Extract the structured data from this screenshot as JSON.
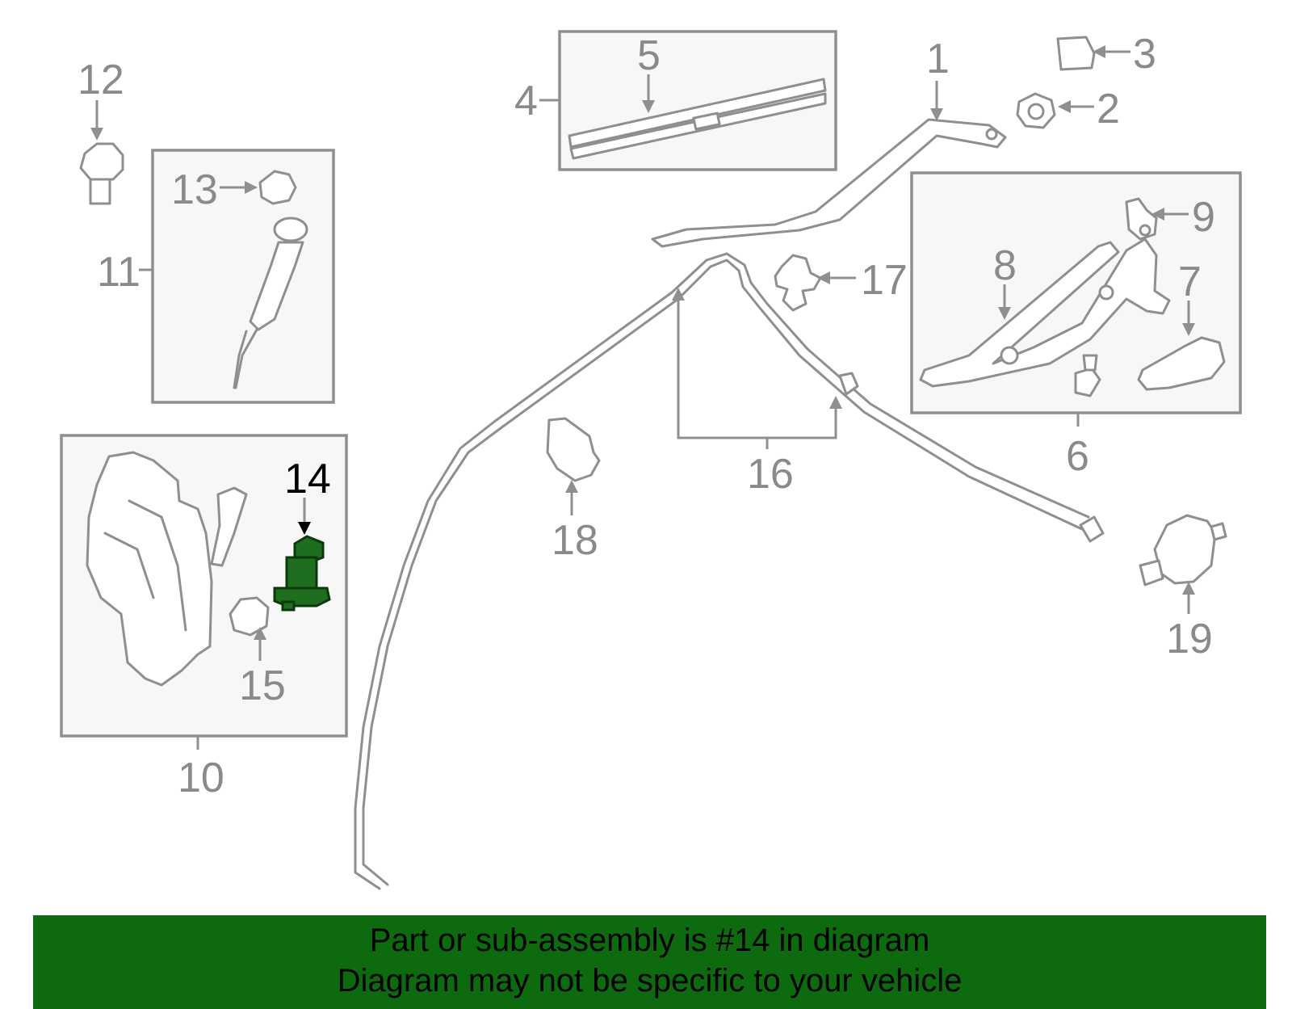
{
  "callouts": {
    "c1": "1",
    "c2": "2",
    "c3": "3",
    "c4": "4",
    "c5": "5",
    "c6": "6",
    "c7": "7",
    "c8": "8",
    "c9": "9",
    "c10": "10",
    "c11": "11",
    "c12": "12",
    "c13": "13",
    "c14": "14",
    "c15": "15",
    "c16": "16",
    "c17": "17",
    "c18": "18",
    "c19": "19"
  },
  "highlight": {
    "part_number": "14",
    "color": "#1f6d1f"
  },
  "banner": {
    "line1": "Part or sub-assembly is #14 in diagram",
    "line2": "Diagram may not be specific to your vehicle",
    "background": "#0e6a0f"
  }
}
